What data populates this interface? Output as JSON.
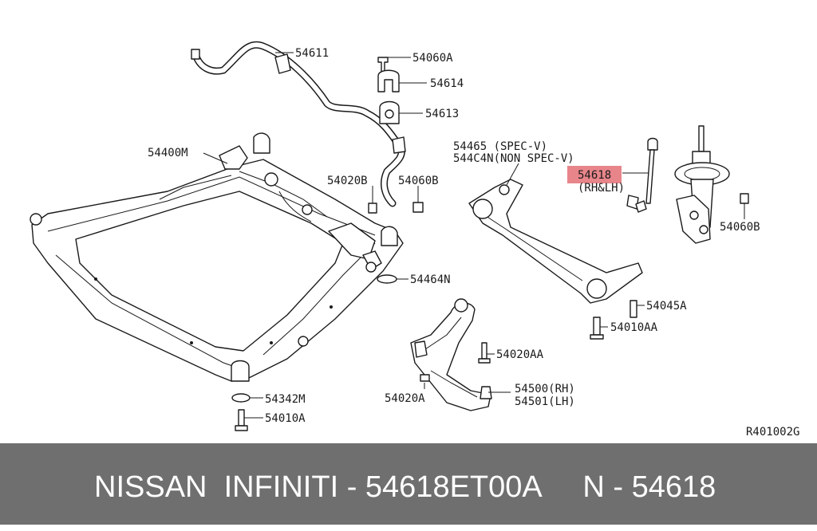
{
  "colors": {
    "highlight": "#e8858a",
    "footer_background": "#6f6f6f",
    "footer_text": "#ffffff"
  },
  "labels": {
    "p54611": "54611",
    "p54060A": "54060A",
    "p54614": "54614",
    "p54613": "54613",
    "p54400M": "54400M",
    "p54020B": "54020B",
    "p54060B_left": "54060B",
    "p54465": "54465 (SPEC-V)",
    "p544C4N": "544C4N(NON SPEC-V)",
    "p54618": "54618",
    "p54618_sub": "(RH&LH)",
    "p54060B_right": "54060B",
    "p54464N": "54464N",
    "p54045A": "54045A",
    "p54010AA": "54010AA",
    "p54020AA": "54020AA",
    "p54500": "54500(RH)",
    "p54501": "54501(LH)",
    "p54020A": "54020A",
    "p54342M": "54342M",
    "p54010A": "54010A",
    "drawing_number": "R401002G"
  },
  "footer": {
    "text": "NISSAN  INFINITI - 54618ET00A     N - 54618"
  }
}
